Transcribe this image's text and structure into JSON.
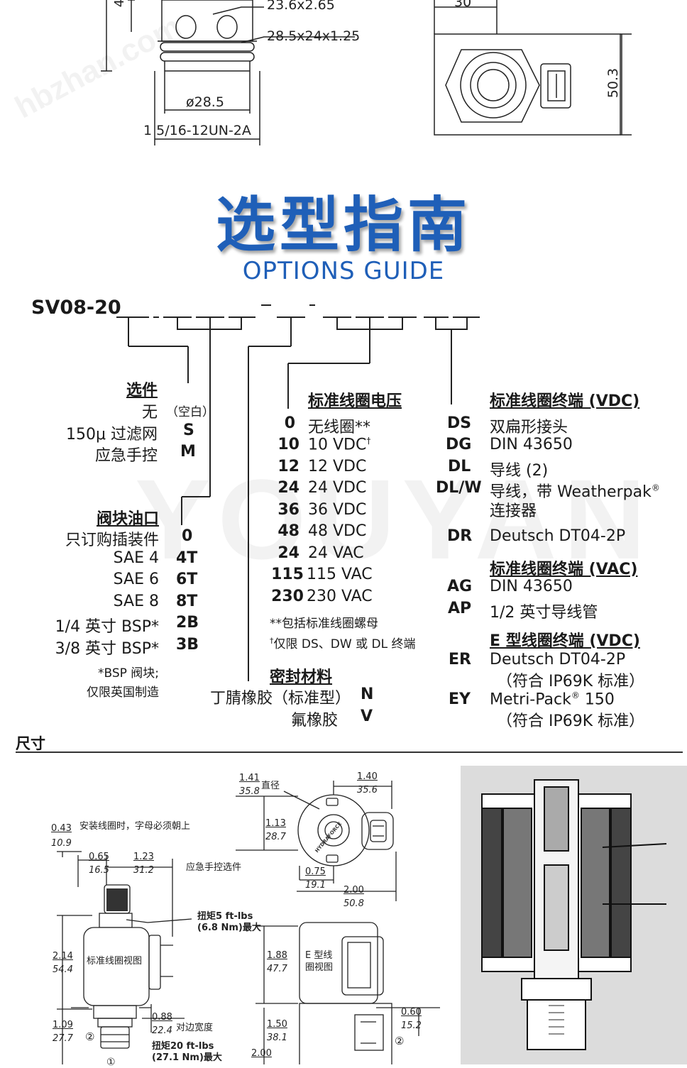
{
  "top_drawing": {
    "dim_thread1": "23.6x2.65",
    "dim_thread2": "28.5x24x1.25",
    "dim_dia": "ø28.5",
    "dim_thread_main": "1 5/16-12UN-2A",
    "dim_width": "30",
    "dim_height": "50.3",
    "dim_left_partial": "4"
  },
  "watermark": {
    "site": "hbzhan.com",
    "brand": "YOUYAN"
  },
  "title": {
    "cn": "选型指南",
    "en": "OPTIONS GUIDE"
  },
  "model": {
    "code": "SV08-20"
  },
  "options": {
    "heading": "选件",
    "rows": [
      {
        "label": "无",
        "code": "（空白）"
      },
      {
        "label": "150μ 过滤网",
        "code": "S"
      },
      {
        "label": "应急手控",
        "code": "M"
      }
    ]
  },
  "ports": {
    "heading": "阀块油口",
    "rows": [
      {
        "label": "只订购插装件",
        "code": "0"
      },
      {
        "label": "SAE 4",
        "code": "4T"
      },
      {
        "label": "SAE 6",
        "code": "6T"
      },
      {
        "label": "SAE 8",
        "code": "8T"
      },
      {
        "label": "1/4 英寸 BSP*",
        "code": "2B"
      },
      {
        "label": "3/8 英寸 BSP*",
        "code": "3B"
      }
    ],
    "note1": "*BSP 阀块;",
    "note2": "仅限英国制造"
  },
  "voltage": {
    "heading": "标准线圈电压",
    "rows": [
      {
        "code": "0",
        "label": "无线圈**"
      },
      {
        "code": "10",
        "label": "10 VDC",
        "sup": "†"
      },
      {
        "code": "12",
        "label": "12 VDC"
      },
      {
        "code": "24",
        "label": "24 VDC"
      },
      {
        "code": "36",
        "label": "36 VDC"
      },
      {
        "code": "48",
        "label": "48 VDC"
      },
      {
        "code": "24",
        "label": "24 VAC"
      },
      {
        "code": "115",
        "label": "115 VAC"
      },
      {
        "code": "230",
        "label": "230 VAC"
      }
    ],
    "note1": "**包括标准线圈螺母",
    "note2_sup": "†",
    "note2": "仅限 DS、DW 或 DL 终端"
  },
  "seals": {
    "heading": "密封材料",
    "rows": [
      {
        "label": "丁腈橡胶（标准型）",
        "code": "N"
      },
      {
        "label": "氟橡胶",
        "code": "V"
      }
    ]
  },
  "terminals_vdc": {
    "heading": "标准线圈终端 (VDC)",
    "rows": [
      {
        "code": "DS",
        "label": "双扁形接头"
      },
      {
        "code": "DG",
        "label": "DIN 43650"
      },
      {
        "code": "DL",
        "label": "导线 (2)"
      },
      {
        "code": "DL/W",
        "label": "导线，带 Weatherpak",
        "sup": "®",
        "label2": "连接器"
      },
      {
        "code": "DR",
        "label": "Deutsch DT04-2P"
      }
    ]
  },
  "terminals_vac": {
    "heading": "标准线圈终端 (VAC)",
    "rows": [
      {
        "code": "AG",
        "label": "DIN 43650"
      },
      {
        "code": "AP",
        "label": "1/2 英寸导线管"
      }
    ]
  },
  "terminals_e": {
    "heading": "E 型线圈终端 (VDC)",
    "rows": [
      {
        "code": "ER",
        "label": "Deutsch DT04-2P",
        "label2": "（符合 IP69K 标准）"
      },
      {
        "code": "EY",
        "label": "Metri-Pack",
        "sup": "®",
        "label_after": " 150",
        "label2": "（符合 IP69K 标准）"
      }
    ]
  },
  "dimensions": {
    "heading": "尺寸",
    "note_letters": "安装线圈时，字母必须朝上",
    "callout_override": "应急手控选件",
    "callout_torque1a": "扭矩5 ft-lbs",
    "callout_torque1b": "(6.8 Nm)最大",
    "callout_flats": "对边宽度",
    "callout_torque2a": "扭矩20 ft-lbs",
    "callout_torque2b": "(27.1 Nm)最大",
    "std_coil_view": "标准线圈视图",
    "e_coil_view_1": "E 型线",
    "e_coil_view_2": "圈视图",
    "diameter_label": "直径",
    "coil_brand": "HYDRAFORCE",
    "d043": "0.43",
    "d109": "10.9",
    "d065": "0.65",
    "d165": "16.5",
    "d123": "1.23",
    "d312": "31.2",
    "d214": "2.14",
    "d544": "54.4",
    "d109b": "1.09",
    "d277": "27.7",
    "d088": "0.88",
    "d224": "22.4",
    "d141": "1.41",
    "d358": "35.8",
    "d140": "1.40",
    "d356": "35.6",
    "d113": "1.13",
    "d287": "28.7",
    "d075": "0.75",
    "d191": "19.1",
    "d200": "2.00",
    "d508": "50.8",
    "d188": "1.88",
    "d477": "47.7",
    "d150": "1.50",
    "d381": "38.1",
    "d060": "0.60",
    "d152": "15.2",
    "d200b": "2.00",
    "port2": "②",
    "port1": "①"
  }
}
